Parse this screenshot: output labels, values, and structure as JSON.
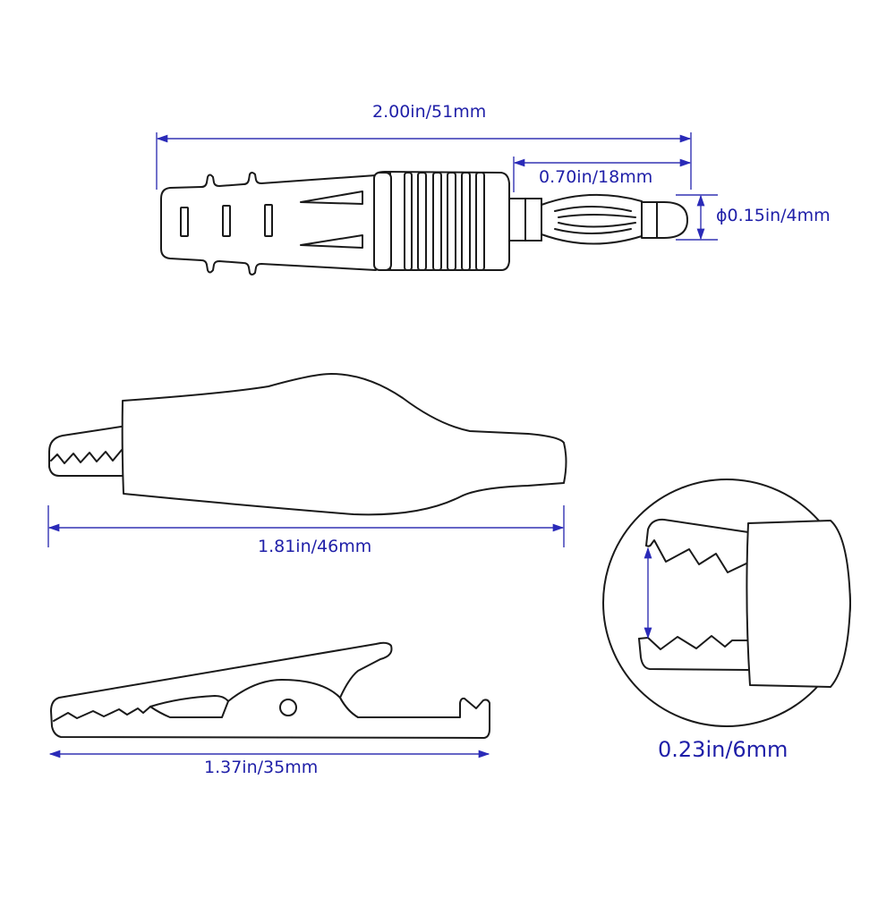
{
  "figure": {
    "colors": {
      "outline": "#1a1a1a",
      "dimension_line": "#3434b4",
      "dimension_text": "#1f1fa8",
      "background": "#ffffff"
    },
    "banana_plug": {
      "overall_length_label": "2.00in/51mm",
      "pin_length_label": "0.70in/18mm",
      "pin_diameter_label": "ϕ0.15in/4mm"
    },
    "alligator_clip_with_boot": {
      "length_label": "1.81in/46mm"
    },
    "alligator_clip_bare": {
      "length_label": "1.37in/35mm"
    },
    "jaw_detail": {
      "opening_label": "0.23in/6mm"
    }
  }
}
